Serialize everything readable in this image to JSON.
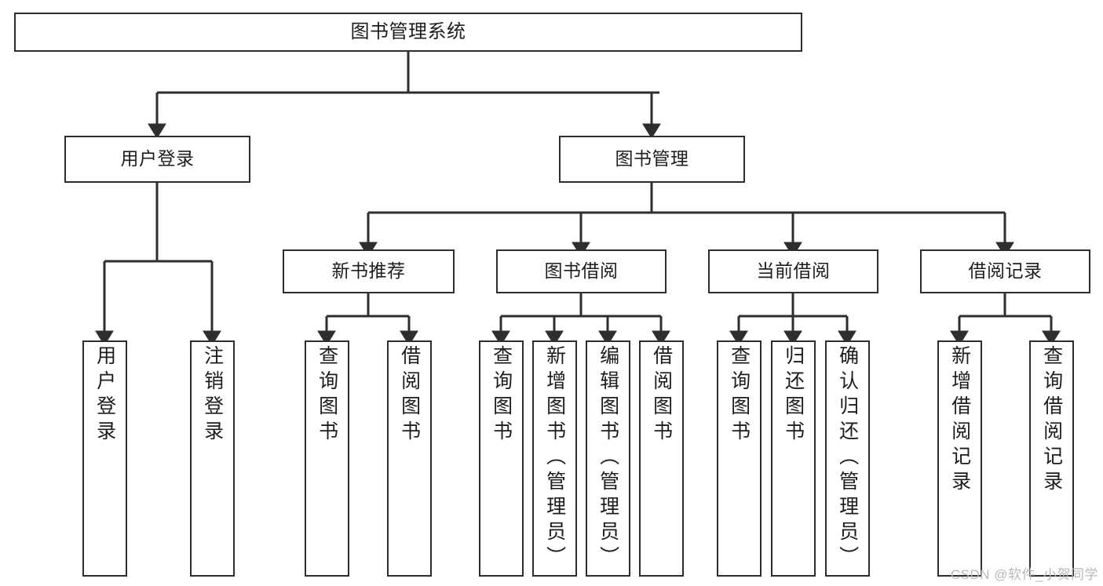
{
  "diagram": {
    "title": "图书管理系统",
    "type": "tree-hierarchy-diagram",
    "watermark": "CSDN @软件_小贺同学",
    "colors": {
      "stroke": "#2e2e2e",
      "text": "#1d1d1d",
      "background": "#ffffff",
      "watermark": "#b9b9b9"
    },
    "nodes": {
      "root": {
        "label": "图书管理系统"
      },
      "level2": [
        {
          "label": "用户登录"
        },
        {
          "label": "图书管理"
        }
      ],
      "level3": [
        {
          "label": "新书推荐"
        },
        {
          "label": "图书借阅"
        },
        {
          "label": "当前借阅"
        },
        {
          "label": "借阅记录"
        }
      ],
      "leaves": {
        "user_login": [
          {
            "label": "用户登录"
          },
          {
            "label": "注销登录"
          }
        ],
        "new_book_recommend": [
          {
            "label": "查询图书"
          },
          {
            "label": "借阅图书"
          }
        ],
        "book_borrow": [
          {
            "label": "查询图书"
          },
          {
            "label": "新增图书（管理员）"
          },
          {
            "label": "编辑图书（管理员）"
          },
          {
            "label": "借阅图书"
          }
        ],
        "current_borrow": [
          {
            "label": "查询图书"
          },
          {
            "label": "归还图书"
          },
          {
            "label": "确认归还（管理员）"
          }
        ],
        "borrow_records": [
          {
            "label": "新增借阅记录"
          },
          {
            "label": "查询借阅记录"
          }
        ]
      }
    }
  }
}
